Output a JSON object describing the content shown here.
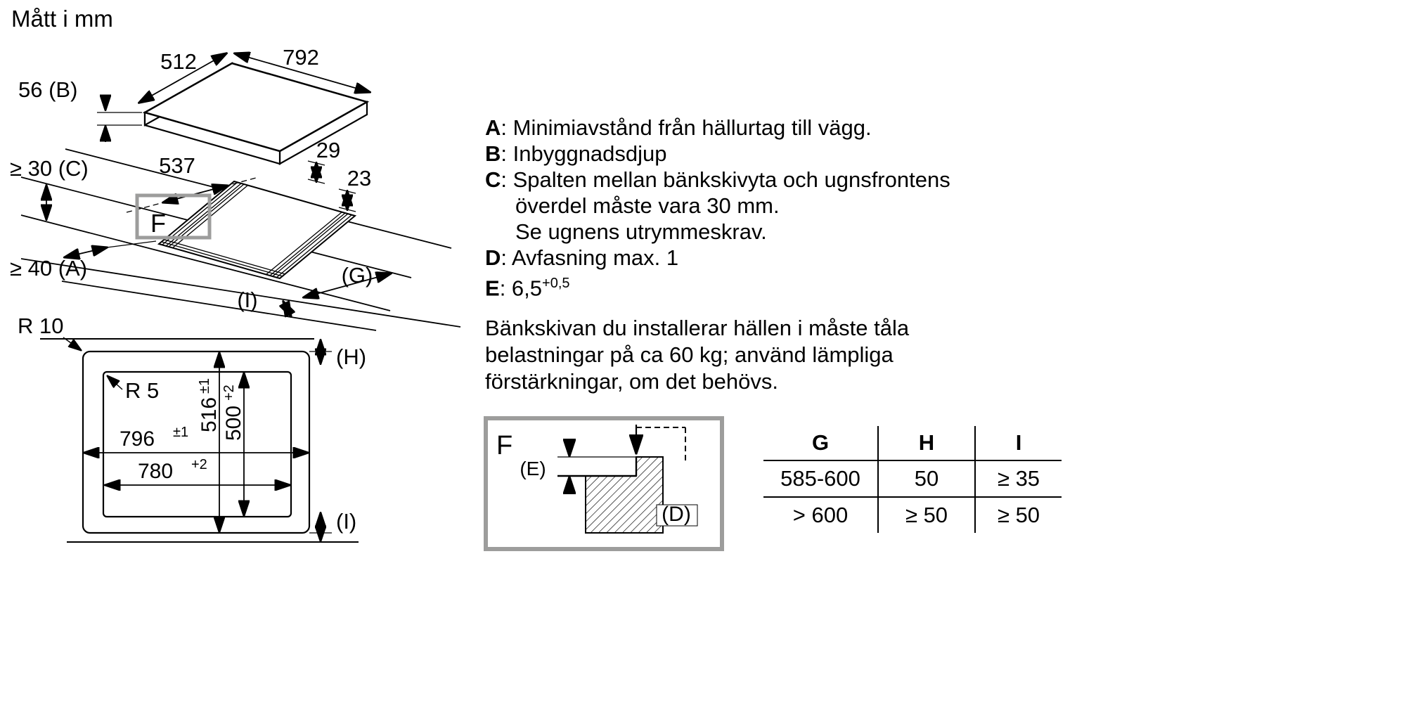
{
  "title": "Mått i mm",
  "colors": {
    "ink": "#000000",
    "frame_gray": "#9d9d9c",
    "background": "#ffffff"
  },
  "perspective": {
    "dim_depth": "512",
    "dim_width": "792",
    "dim_b": "56 (B)",
    "dim_c": "≥ 30 (C)",
    "dim_537": "537",
    "dim_29": "29",
    "dim_23": "23",
    "dim_a": "≥ 40 (A)",
    "label_f": "F",
    "label_g": "(G)",
    "label_i": "(I)"
  },
  "plan": {
    "r_outer": "R 10",
    "r_inner": "R 5",
    "height_outer": "516",
    "height_outer_tol": "±1",
    "height_inner": "500",
    "height_inner_tol": "+2",
    "width_outer": "796",
    "width_outer_tol": "±1",
    "width_inner": "780",
    "width_inner_tol": "+2",
    "label_h": "(H)",
    "label_i": "(I)"
  },
  "legend": {
    "a_key": "A",
    "a_text": ": Minimiavstånd från hällurtag till vägg.",
    "b_key": "B",
    "b_text": ": Inbyggnadsdjup",
    "c_key": "C",
    "c_text": ": Spalten mellan bänkskivyta och ugnsfrontens",
    "c_text2": "överdel måste vara 30 mm.",
    "c_text3": "Se ugnens utrymmeskrav.",
    "d_key": "D",
    "d_text": ": Avfasning max. 1",
    "e_key": "E",
    "e_text": ": 6,5",
    "e_sup": "+0,5"
  },
  "note_line1": "Bänkskivan du installerar hällen i måste tåla",
  "note_line2": "belastningar på ca 60 kg; använd lämpliga",
  "note_line3": "förstärkningar, om det behövs.",
  "detail": {
    "label_f": "F",
    "label_e": "(E)",
    "label_d": "(D)"
  },
  "table": {
    "headers": [
      "G",
      "H",
      "I"
    ],
    "rows": [
      [
        "585-600",
        "50",
        "≥ 35"
      ],
      [
        "> 600",
        "≥ 50",
        "≥ 50"
      ]
    ]
  }
}
